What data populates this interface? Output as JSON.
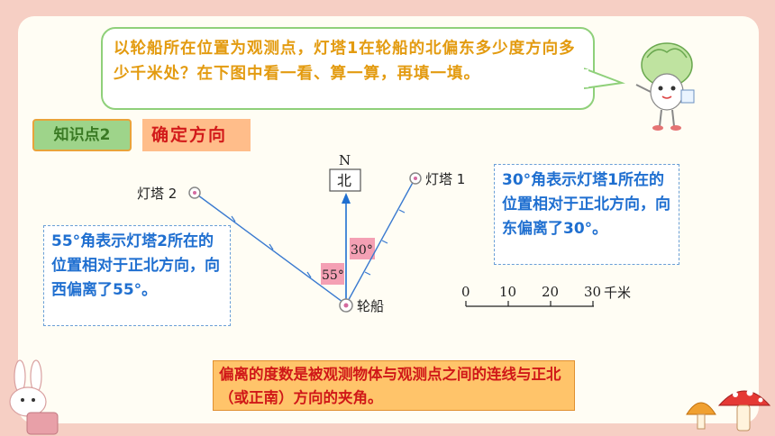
{
  "question": {
    "text": "以轮船所在位置为观测点，灯塔1在轮船的北偏东多少度方向多少千米处？在下图中看一看、算一算，再填一填。"
  },
  "knowledge_point": {
    "tag": "知识点2",
    "title": "确定方向"
  },
  "diagram": {
    "north_letter": "N",
    "north_label": "北",
    "lighthouse1_label": "灯塔 1",
    "lighthouse2_label": "灯塔 2",
    "ship_label": "轮船",
    "angle_east": "30°",
    "angle_west": "55°",
    "scale": {
      "ticks": [
        "0",
        "10",
        "20",
        "30"
      ],
      "unit": "千米"
    }
  },
  "notes": {
    "left": "55°角表示灯塔2所在的位置相对于正北方向，向西偏离了55°。",
    "right": "30°角表示灯塔1所在的位置相对于正北方向，向东偏离了30°。"
  },
  "conclusion": {
    "text": "偏离的度数是被观测物体与观测点之间的连线与正北（或正南）方向的夹角。"
  },
  "colors": {
    "background": "#f6cfc4",
    "card": "#fffdf4",
    "question_text": "#e39b10",
    "note_text": "#1f6fd0",
    "conclusion_text": "#d01818",
    "angle_fill": "#f4a0b4"
  }
}
